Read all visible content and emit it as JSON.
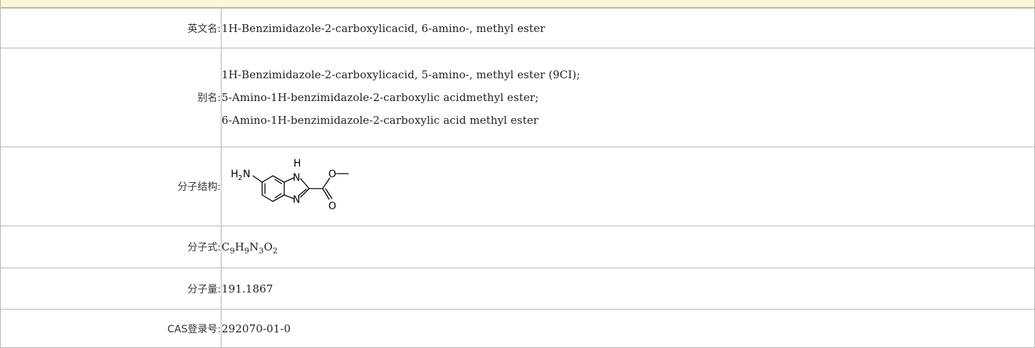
{
  "rows": {
    "english_name": {
      "label": "英文名:",
      "value": "1H-Benzimidazole-2-carboxylicacid, 6-amino-, methyl ester"
    },
    "synonyms": {
      "label": "别名:",
      "values": [
        "1H-Benzimidazole-2-carboxylicacid, 5-amino-, methyl ester (9CI);",
        "5-Amino-1H-benzimidazole-2-carboxylic acidmethyl ester;",
        "6-Amino-1H-benzimidazole-2-carboxylic acid methyl ester"
      ]
    },
    "structure": {
      "label": "分子结构:",
      "atoms": {
        "amine": "H",
        "amine_sub": "2",
        "amine_n": "N",
        "nh_h": "H",
        "nh_n": "N",
        "ring_n": "N",
        "ester_o": "O",
        "carbonyl_o": "O"
      }
    },
    "formula": {
      "label": "分子式:",
      "parts": [
        {
          "el": "C",
          "n": "9"
        },
        {
          "el": "H",
          "n": "9"
        },
        {
          "el": "N",
          "n": "3"
        },
        {
          "el": "O",
          "n": "2"
        }
      ]
    },
    "mol_weight": {
      "label": "分子量:",
      "value": "191.1867"
    },
    "cas": {
      "label": "CAS登录号:",
      "value": "292070-01-0"
    }
  }
}
